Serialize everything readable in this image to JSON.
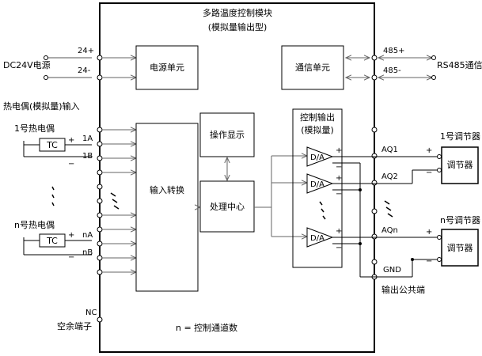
{
  "title_main": "多路温度控制模块",
  "title_sub": "(模拟量输出型)",
  "power": {
    "source_label": "DC24V电源",
    "terminal_pos": "24+",
    "terminal_neg": "24-",
    "unit_label": "电源单元"
  },
  "comm": {
    "unit_label": "通信单元",
    "terminal_pos": "485+",
    "terminal_neg": "485-",
    "target_label": "RS485通信"
  },
  "input": {
    "section_label": "热电偶(模拟量)输入",
    "tc1_label": "1号热电偶",
    "tcn_label": "n号热电偶",
    "tc_box": "TC",
    "t_1a": "1A",
    "t_1b": "1B",
    "t_na": "nA",
    "t_nb": "nB",
    "plus": "+",
    "minus": "−"
  },
  "blocks": {
    "input_convert": "输入转换",
    "operation_display": "操作显示",
    "processing_center": "处理中心",
    "control_output_line1": "控制输出",
    "control_output_line2": "(模拟量)",
    "da": "D/A"
  },
  "output": {
    "aq1": "AQ1",
    "aq2": "AQ2",
    "aqn": "AQn",
    "gnd": "GND",
    "common_label": "输出公共端",
    "reg1_label": "1号调节器",
    "regn_label": "n号调节器",
    "reg_box": "调节器"
  },
  "nc": {
    "terminal": "NC",
    "label": "空余端子"
  },
  "note": "n = 控制通道数"
}
